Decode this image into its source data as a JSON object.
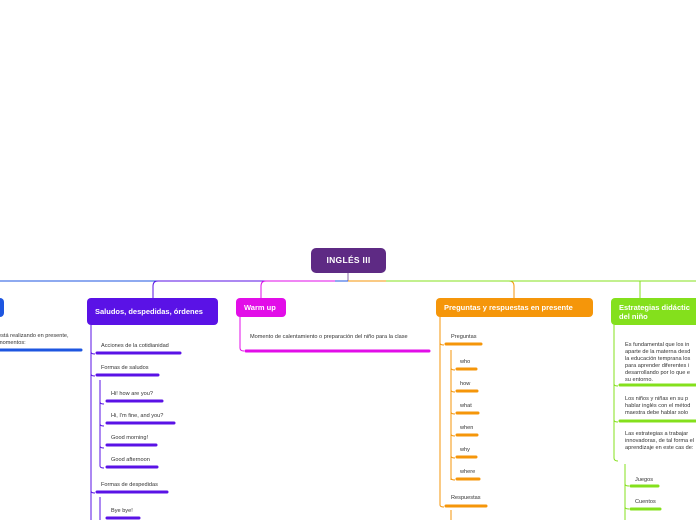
{
  "root": {
    "title": "INGLÉS III"
  },
  "branch_left": {
    "color": "#1e56e0",
    "text": "está realizando en presente, momentos:"
  },
  "branch_saludos": {
    "color": "#5a12e6",
    "title": "Saludos, despedidas, órdenes",
    "acciones": "Acciones de la cotidianidad",
    "formas_saludos": "Formas de saludos",
    "saludos": [
      "Hi! how are you?",
      "Hi, I'm fine, and you?",
      "Good morning!",
      "Good afternoon"
    ],
    "formas_despedidas": "Formas de despedidas",
    "despedidas": [
      "Bye bye!"
    ]
  },
  "branch_warmup": {
    "color": "#e20ee8",
    "title": "Warm up",
    "text": "Momento de calentamiento o preparación del niño para la clase"
  },
  "branch_preguntas": {
    "color": "#f5960a",
    "title": "Preguntas y respuestas en presente",
    "preguntas": "Preguntas",
    "words": [
      "who",
      "how",
      "what",
      "when",
      "why",
      "where"
    ],
    "respuestas": "Respuestas"
  },
  "branch_estrategias": {
    "color": "#84e01c",
    "title": "Estrategias didáctic del niño",
    "p1": "Es fundamental que los in aparte de la materna desd la educación temprana los para aprender diferentes i desarrollando por lo que e su entorno.",
    "p2": "Los niños y niñas en su p hablar inglés con el métod maestra debe hablar solo",
    "p3": "Las estrategias a trabajar innovadoras, de tal forma el aprendizaje en este cas de:",
    "items": [
      "Juegos",
      "Cuentos"
    ]
  }
}
